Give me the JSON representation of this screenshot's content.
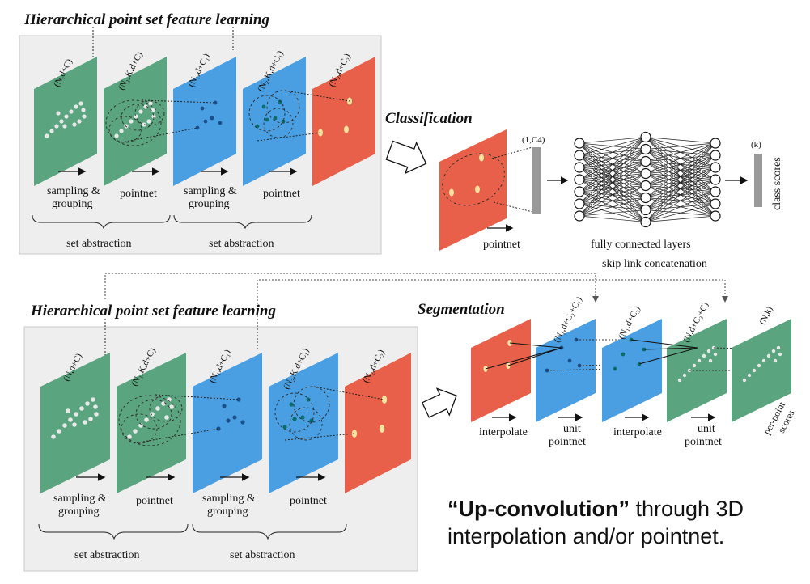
{
  "top": {
    "title": "Hierarchical point set feature learning",
    "planes": [
      {
        "dim": "(N,d+C)"
      },
      {
        "dim": "(N₁,K,d+C)"
      },
      {
        "dim": "(N₁,d+C₁)"
      },
      {
        "dim": "(N₂,K,d+C₁)"
      },
      {
        "dim": "(N₂,d+C₂)"
      }
    ],
    "ops": [
      {
        "line1": "sampling &",
        "line2": "grouping"
      },
      {
        "line1": "pointnet",
        "line2": ""
      },
      {
        "line1": "sampling &",
        "line2": "grouping"
      },
      {
        "line1": "pointnet",
        "line2": ""
      }
    ],
    "set_abstraction": [
      "set abstraction",
      "set abstraction"
    ]
  },
  "bottom": {
    "title": "Hierarchical point set feature learning",
    "planes": [
      {
        "dim": "(N,d+C)"
      },
      {
        "dim": "(N₁,K,d+C)"
      },
      {
        "dim": "(N₁,d+C₁)"
      },
      {
        "dim": "(N₂,K,d+C₁)"
      },
      {
        "dim": "(N₂,d+C₂)"
      }
    ],
    "ops": [
      {
        "line1": "sampling &",
        "line2": "grouping"
      },
      {
        "line1": "pointnet",
        "line2": ""
      },
      {
        "line1": "sampling &",
        "line2": "grouping"
      },
      {
        "line1": "pointnet",
        "line2": ""
      }
    ],
    "set_abstraction": [
      "set abstraction",
      "set abstraction"
    ]
  },
  "classification": {
    "title": "Classification",
    "pointnet": "pointnet",
    "vector_dim": "(1,C4)",
    "fc_label": "fully connected layers",
    "output_dim": "(k)",
    "class_scores": "class scores"
  },
  "segmentation": {
    "title": "Segmentation",
    "skip_link": "skip link concatenation",
    "planes": [
      {
        "dim": "(N₁,d+C₂+C₁)"
      },
      {
        "dim": "(N₁,d+C₃)"
      },
      {
        "dim": "(N,d+C₃+C)"
      },
      {
        "dim": "(N,k)"
      }
    ],
    "ops": [
      {
        "line1": "interpolate",
        "line2": ""
      },
      {
        "line1": "unit",
        "line2": "pointnet"
      },
      {
        "line1": "interpolate",
        "line2": ""
      },
      {
        "line1": "unit",
        "line2": "pointnet"
      }
    ],
    "per_point_1": "per-point",
    "per_point_2": "scores"
  },
  "note": {
    "bold": "“Up-convolution”",
    "rest1": " through 3D",
    "line2": "interpolation and/or pointnet."
  },
  "colors": {
    "green": "#5aa57f",
    "blue": "#4a9fe3",
    "red": "#e8604a",
    "panel": "#eeeeee"
  }
}
